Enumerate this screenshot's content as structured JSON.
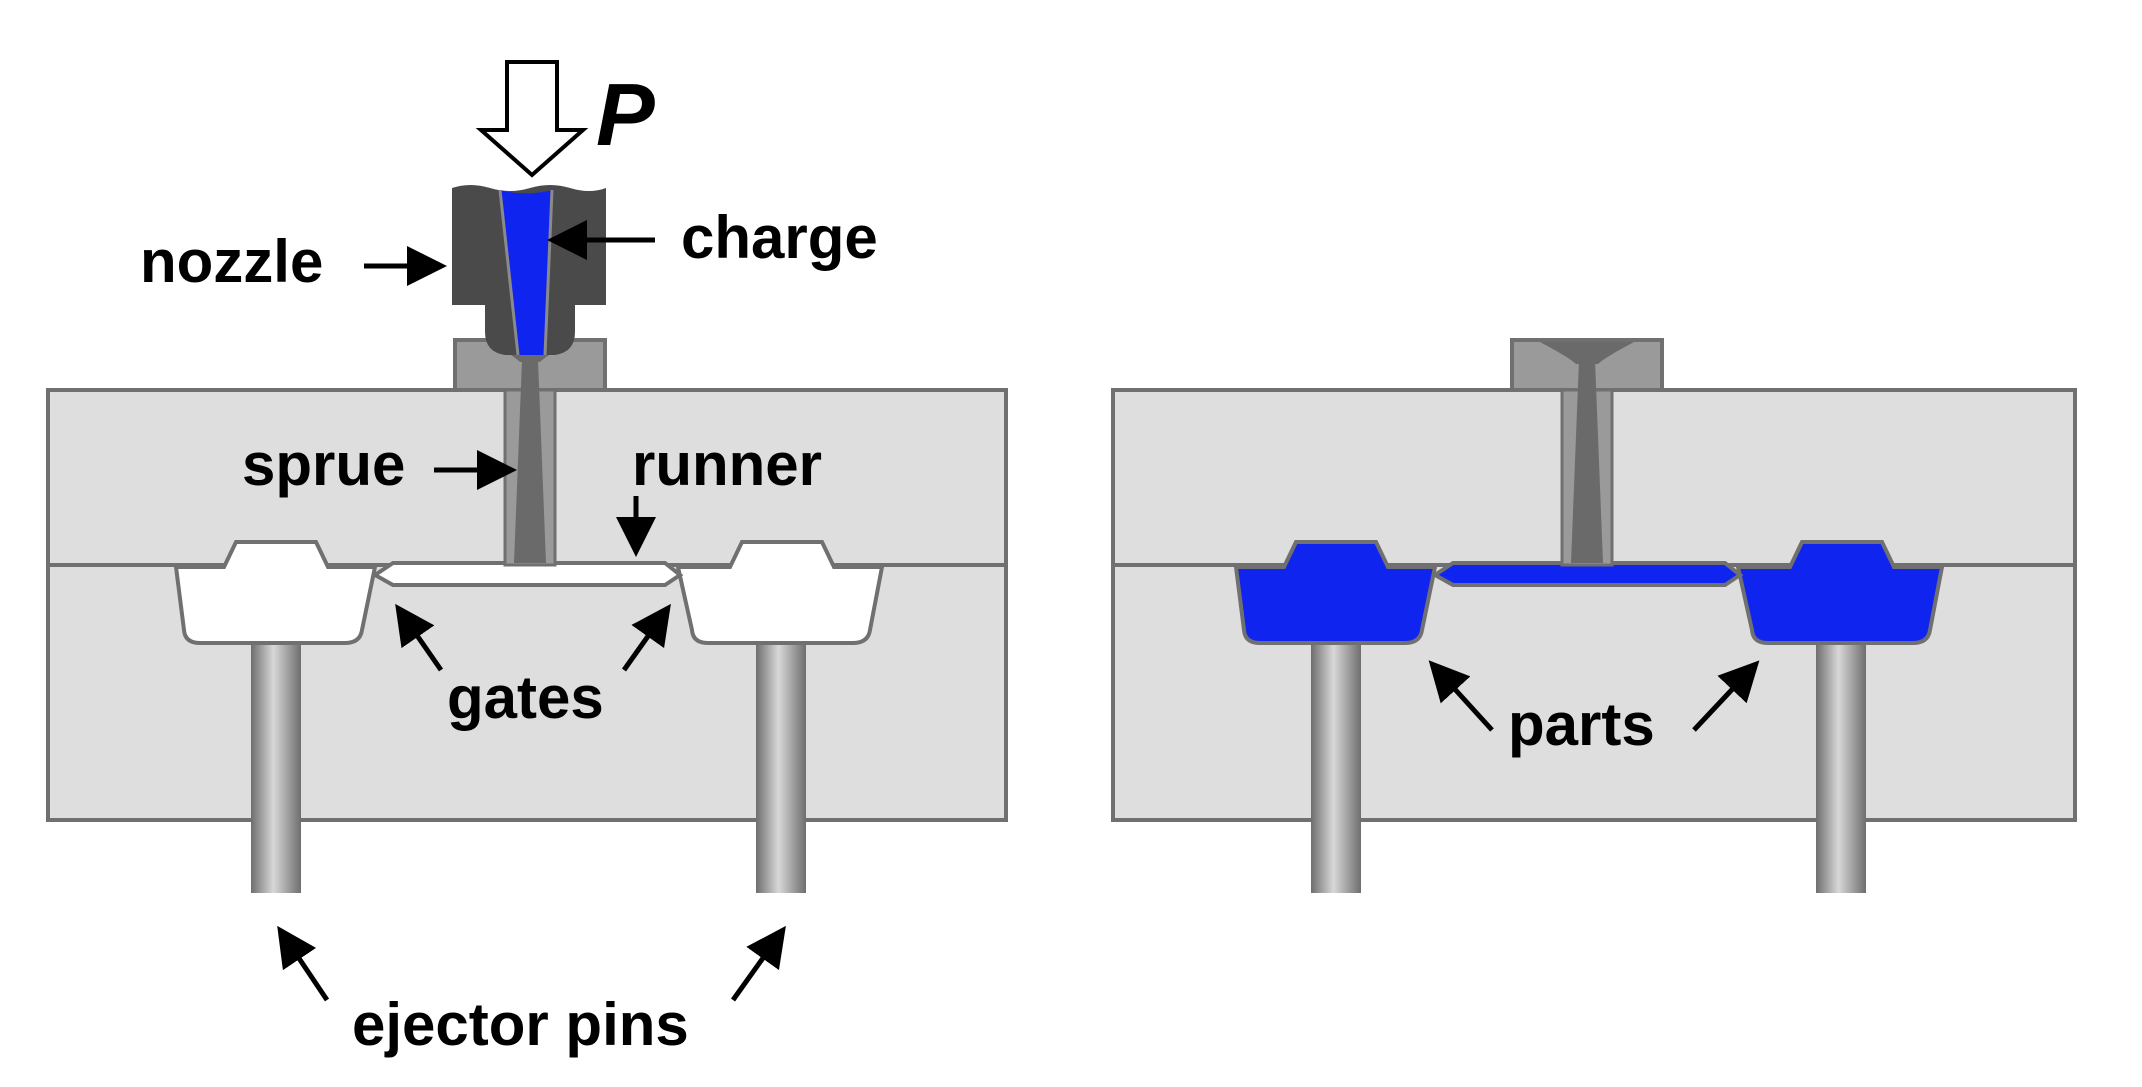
{
  "labels": {
    "pressure": "P",
    "nozzle": "nozzle",
    "charge": "charge",
    "sprue": "sprue",
    "runner": "runner",
    "gates": "gates",
    "ejector_pins": "ejector pins",
    "parts": "parts"
  },
  "colors": {
    "mold": "#dedede",
    "mold_stroke": "#707070",
    "nozzle_body": "#4a4a4a",
    "sprue_bushing": "#9a9a9a",
    "sprue_channel": "#6a6a6a",
    "plastic": "#1024f0",
    "cavity_empty": "#ffffff",
    "arrow": "#000000"
  }
}
